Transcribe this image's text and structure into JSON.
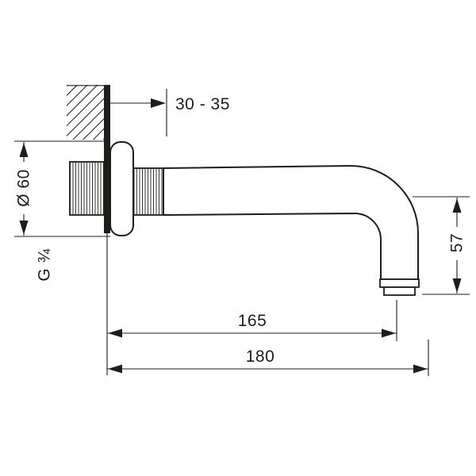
{
  "drawing": {
    "type": "technical-dimension-drawing",
    "subject": "wall-mounted bath spout, side view"
  },
  "labels": {
    "wall_depth": "30 - 35",
    "diameter": "Ø 60",
    "thread": "G ¾",
    "drop_height": "57",
    "reach_inner": "165",
    "reach_outer": "180"
  },
  "colors": {
    "line": "#1d1d1b",
    "background": "#ffffff"
  }
}
